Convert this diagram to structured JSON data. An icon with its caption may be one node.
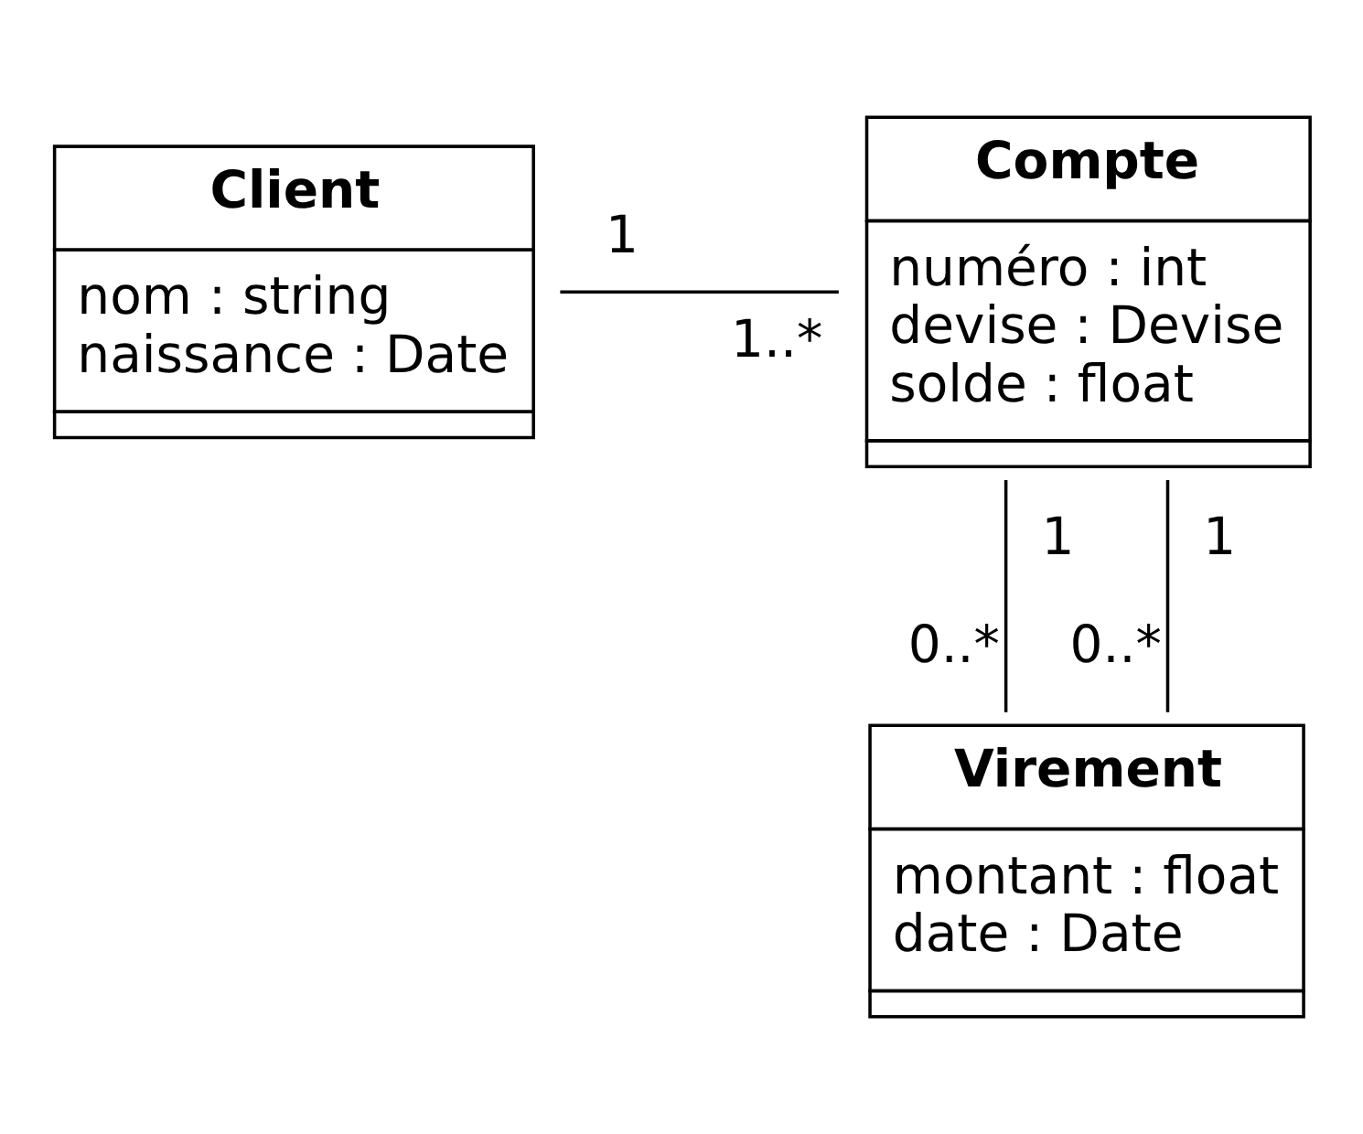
{
  "diagram": {
    "nodes": [
      {
        "text": [
          "Client",
          "nom : string",
          "naissance : Date"
        ]
      },
      {
        "text": [
          "Compte",
          "numéro : int",
          "devise : Devise",
          "solde : float"
        ]
      },
      {
        "text": [
          "Virement",
          "montant : float",
          "date : Date"
        ]
      }
    ],
    "edges": [
      {
        "from": 0,
        "to": 1,
        "arrow": "none"
      },
      {
        "from": 1,
        "to": 2,
        "arrow": "none"
      },
      {
        "from": 1,
        "to": 2,
        "arrow": "none"
      }
    ],
    "labels": [
      "1",
      "1..*",
      "1",
      "1",
      "0..*",
      "0..*"
    ]
  }
}
